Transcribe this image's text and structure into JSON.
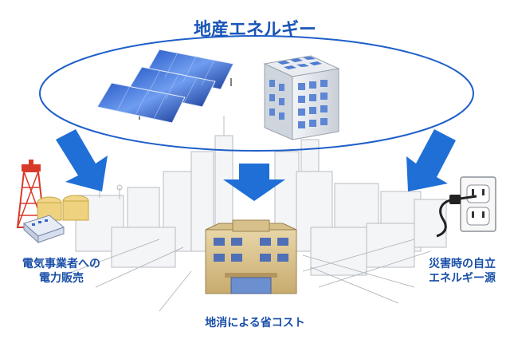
{
  "title": "地産エネルギー",
  "labels": {
    "sale_line1": "電気事業者への",
    "sale_line2": "電力販売",
    "local": "地消による省コスト",
    "disaster_line1": "災害時の自立",
    "disaster_line2": "エネルギー源"
  },
  "icons": [
    "solar-panel-icon",
    "office-building-icon",
    "power-plant-icon",
    "town-hall-icon",
    "power-outlet-icon",
    "arrow-icon"
  ],
  "colors": {
    "accent": "#1a55b8",
    "ellipse": "#1e5fc9",
    "arrow": "#1f6fd6",
    "city_line": "#b8bcc2"
  }
}
